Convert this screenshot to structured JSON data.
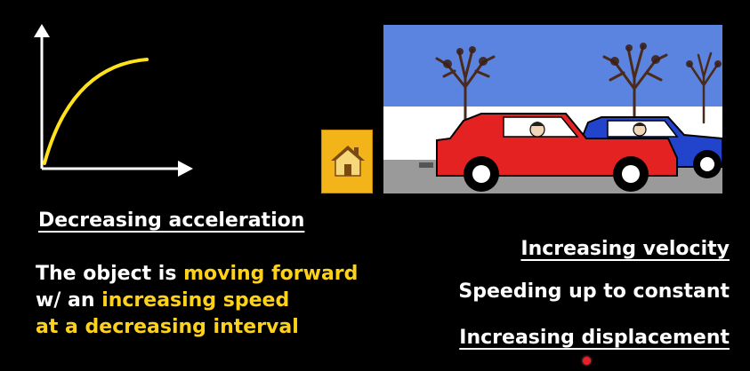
{
  "left": {
    "heading": "Decreasing acceleration",
    "description": {
      "line1_white": "The object is ",
      "line1_yellow": "moving forward",
      "line2_white": "w/ an ",
      "line2_yellow": "increasing speed",
      "line3_yellow": "at a decreasing interval"
    }
  },
  "right": {
    "velocity": "Increasing velocity",
    "speed": "Speeding up to constant",
    "displacement": "Increasing displacement"
  },
  "icons": {
    "home": "home-icon"
  },
  "colors": {
    "background": "#000000",
    "highlight": "#ffd21a",
    "curve": "#ffe21a",
    "home_button": "#f2b418",
    "car_red": "#e52222",
    "car_blue": "#2244cc",
    "sky": "#5b84e0",
    "road": "#9a9a9a"
  }
}
